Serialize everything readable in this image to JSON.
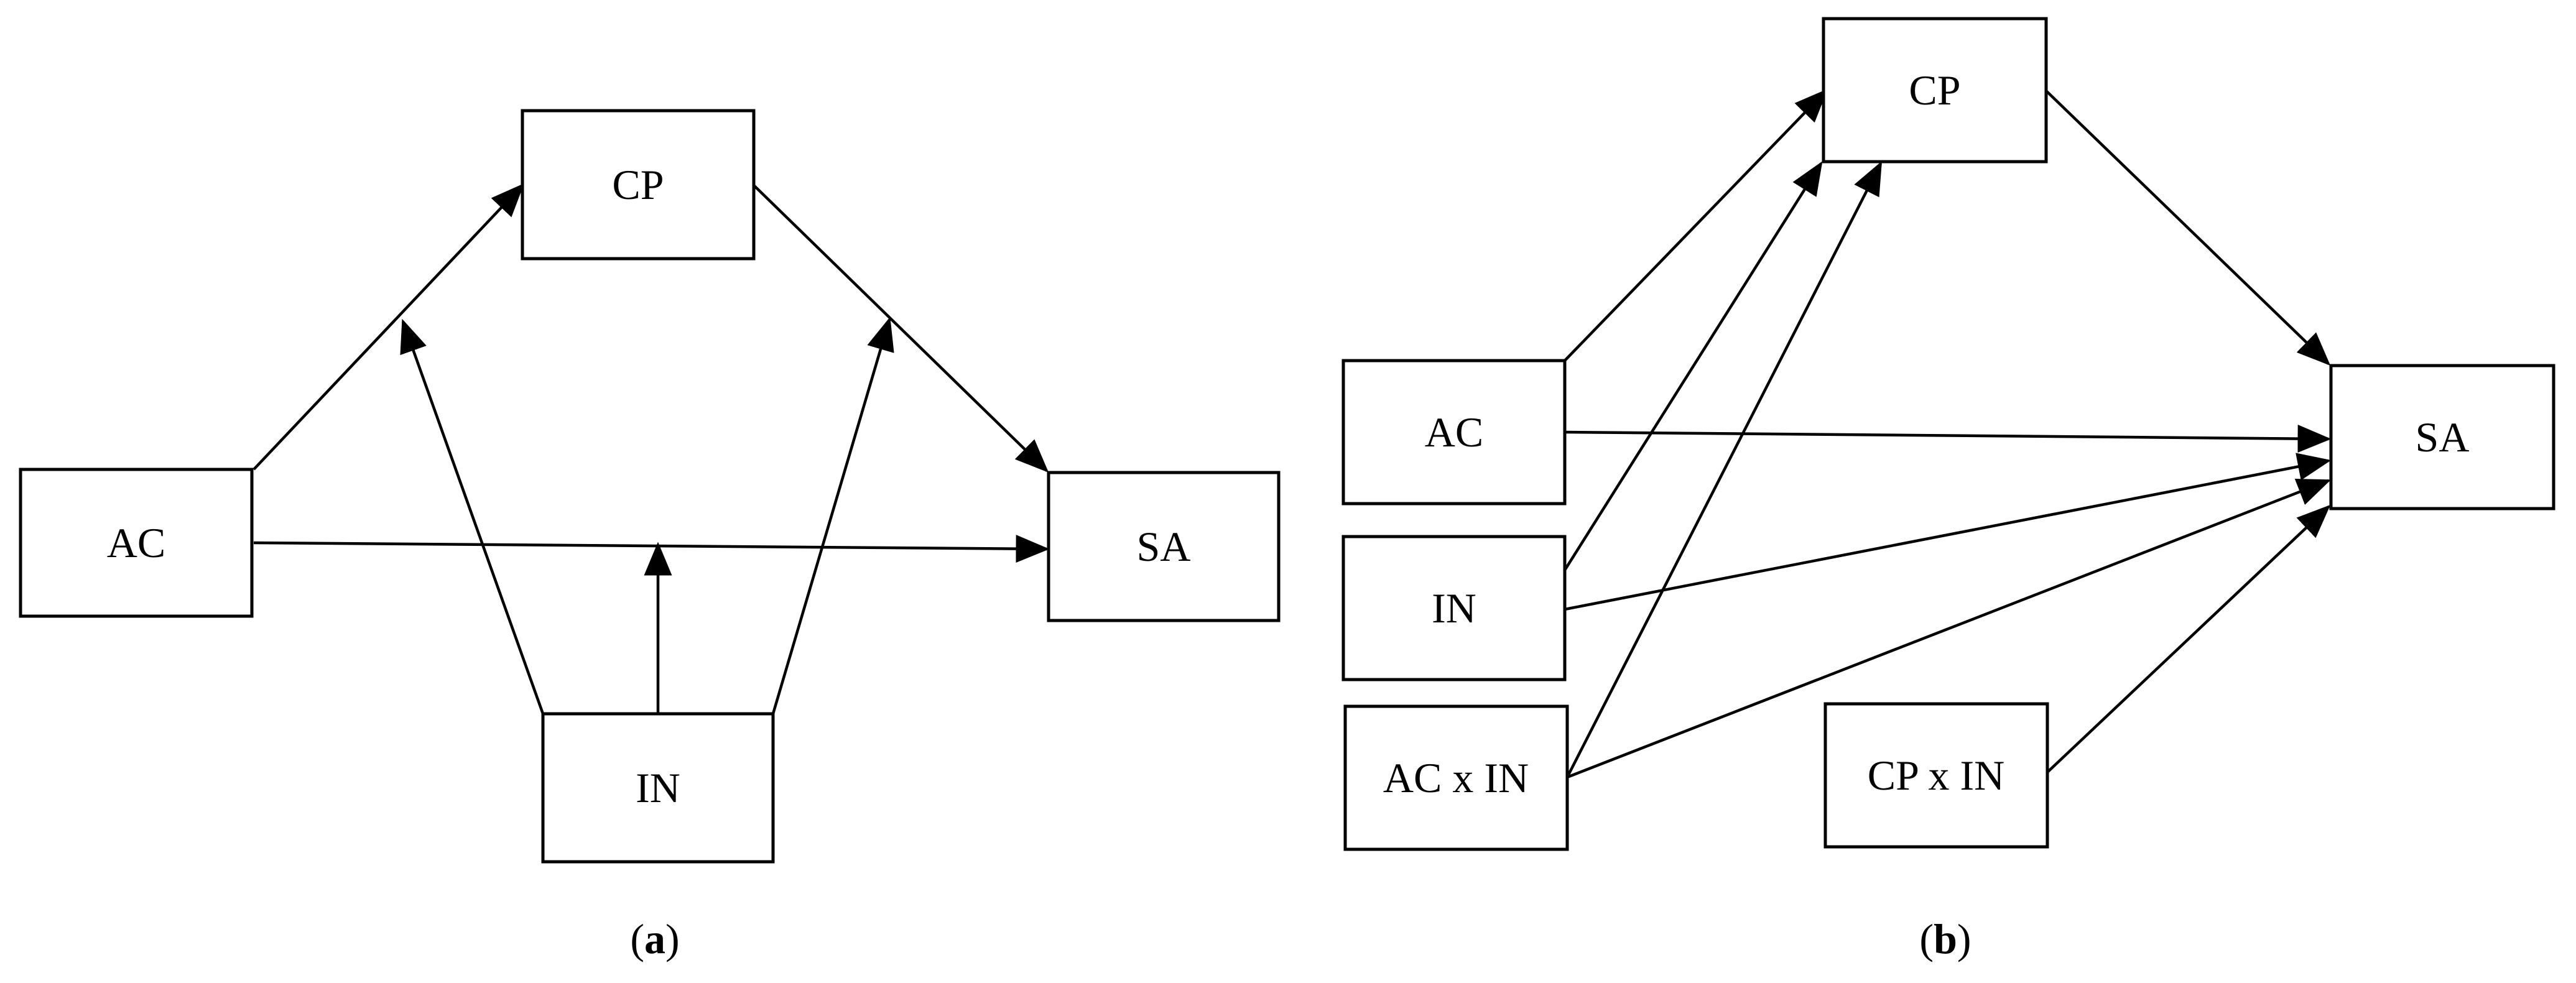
{
  "colors": {
    "stroke": "#000000",
    "background": "#ffffff",
    "text": "#000000"
  },
  "panel_a": {
    "caption": {
      "open": "(",
      "letter": "a",
      "close": ")"
    },
    "nodes": {
      "ac": "AC",
      "cp": "CP",
      "sa": "SA",
      "in": "IN"
    }
  },
  "panel_b": {
    "caption": {
      "open": "(",
      "letter": "b",
      "close": ")"
    },
    "nodes": {
      "cp": "CP",
      "ac": "AC",
      "in": "IN",
      "acxin": "AC x IN",
      "sa": "SA",
      "cpxin": "CP x IN"
    }
  }
}
